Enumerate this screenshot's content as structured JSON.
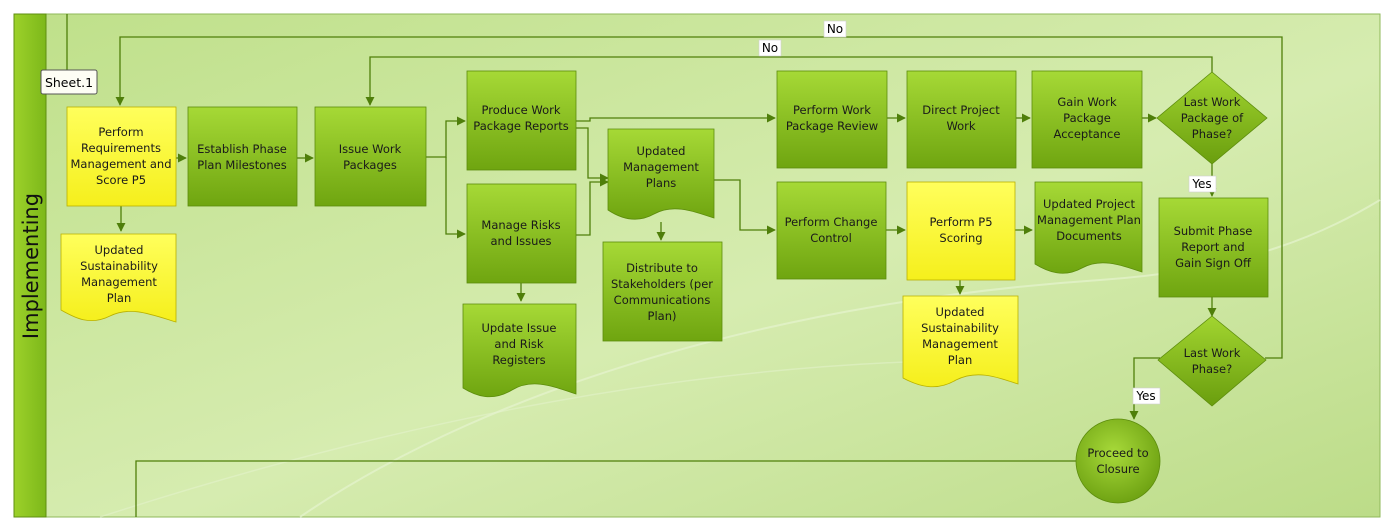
{
  "lane": {
    "title": "Implementing"
  },
  "sheet_label": "Sheet.1",
  "nodes": {
    "perform_requirements": "Perform Requirements Management and Score P5",
    "updated_sust_plan_1": "Updated Sustainability Management Plan",
    "establish_milestones": "Establish Phase Plan Milestones",
    "issue_work_packages": "Issue Work Packages",
    "produce_reports": "Produce Work Package Reports",
    "manage_risks": "Manage Risks and Issues",
    "update_registers": "Update Issue and Risk Registers",
    "updated_mgmt_plans": "Updated Management Plans",
    "distribute_stakeholders": "Distribute to Stakeholders (per Communications Plan)",
    "perform_review": "Perform Work Package Review",
    "direct_project_work": "Direct Project Work",
    "gain_acceptance": "Gain Work Package Acceptance",
    "last_work_package": "Last Work Package of Phase?",
    "perform_change_control": "Perform Change Control",
    "perform_p5_scoring": "Perform P5 Scoring",
    "updated_pm_plan_docs": "Updated Project Management Plan Documents",
    "updated_sust_plan_2": "Updated Sustainability Management Plan",
    "submit_phase_report": "Submit Phase Report and Gain Sign Off",
    "last_work_phase": "Last Work Phase?",
    "proceed_closure": "Proceed to Closure"
  },
  "edge_labels": {
    "no_outer": "No",
    "no_inner": "No",
    "yes_package": "Yes",
    "yes_phase": "Yes"
  },
  "colors": {
    "process_green": "#8cc418",
    "document_yellow": "#ffff33",
    "connector": "#4f7f0a",
    "background": "#c9e59a"
  }
}
